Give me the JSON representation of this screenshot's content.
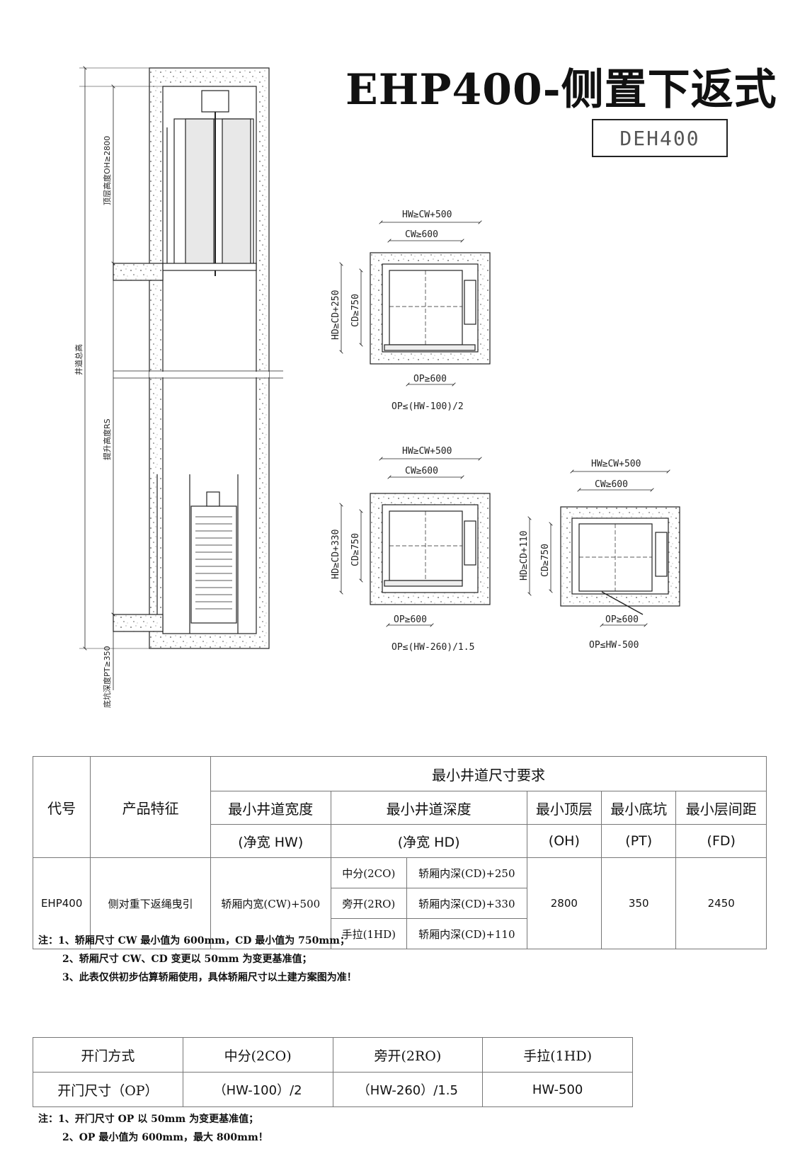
{
  "title": "EHP400-侧置下返式",
  "model_code": "DEH400",
  "elevation": {
    "oh_label": "顶层高度OH≥2800",
    "hoistway_total_label": "井道总高",
    "travel_label": "提升高度RS",
    "pit_label": "底坑深度PT≥350"
  },
  "plans": [
    {
      "hw": "HW≥CW+500",
      "cw": "CW≥600",
      "hd": "HD≥CD+250",
      "cd": "CD≥750",
      "op": "OP≥600",
      "op_formula": "OP≤(HW-100)/2"
    },
    {
      "hw": "HW≥CW+500",
      "cw": "CW≥600",
      "hd": "HD≥CD+330",
      "cd": "CD≥750",
      "op": "OP≥600",
      "op_formula": "OP≤(HW-260)/1.5"
    },
    {
      "hw": "HW≥CW+500",
      "cw": "CW≥600",
      "hd": "HD≥CD+110",
      "cd": "CD≥750",
      "op": "OP≥600",
      "op_formula": "OP≤HW-500"
    }
  ],
  "spec_table": {
    "col_code": "代号",
    "col_feature": "产品特征",
    "group_header": "最小井道尺寸要求",
    "col_width": "最小井道宽度",
    "col_width_sub": "(净宽 HW)",
    "col_depth": "最小井道深度",
    "col_depth_sub": "(净宽 HD)",
    "col_oh": "最小顶层",
    "col_oh_sub": "(OH)",
    "col_pt": "最小底坑",
    "col_pt_sub": "(PT)",
    "col_fd": "最小层间距",
    "col_fd_sub": "(FD)",
    "row": {
      "code": "EHP400",
      "feature": "侧对重下返绳曳引",
      "width": "轿厢内宽(CW)+500",
      "depth_rows": [
        {
          "type": "中分(2CO)",
          "value": "轿厢内深(CD)+250"
        },
        {
          "type": "旁开(2RO)",
          "value": "轿厢内深(CD)+330"
        },
        {
          "type": "手拉(1HD)",
          "value": "轿厢内深(CD)+110"
        }
      ],
      "oh": "2800",
      "pt": "350",
      "fd": "2450"
    }
  },
  "notes1": [
    "注：1、轿厢尺寸 CW 最小值为 600mm，CD 最小值为 750mm；",
    "2、轿厢尺寸 CW、CD 变更以 50mm 为变更基准值；",
    "3、此表仅供初步估算轿厢使用，具体轿厢尺寸以土建方案图为准！"
  ],
  "door_table": {
    "h0": "开门方式",
    "h1": "中分(2CO)",
    "h2": "旁开(2RO)",
    "h3": "手拉(1HD)",
    "r0": "开门尺寸（OP）",
    "r1": "（HW-100）/2",
    "r2": "（HW-260）/1.5",
    "r3": "HW-500"
  },
  "notes2": [
    "注：1、开门尺寸 OP 以 50mm 为变更基准值；",
    "2、OP 最小值为 600mm，最大 800mm！"
  ]
}
